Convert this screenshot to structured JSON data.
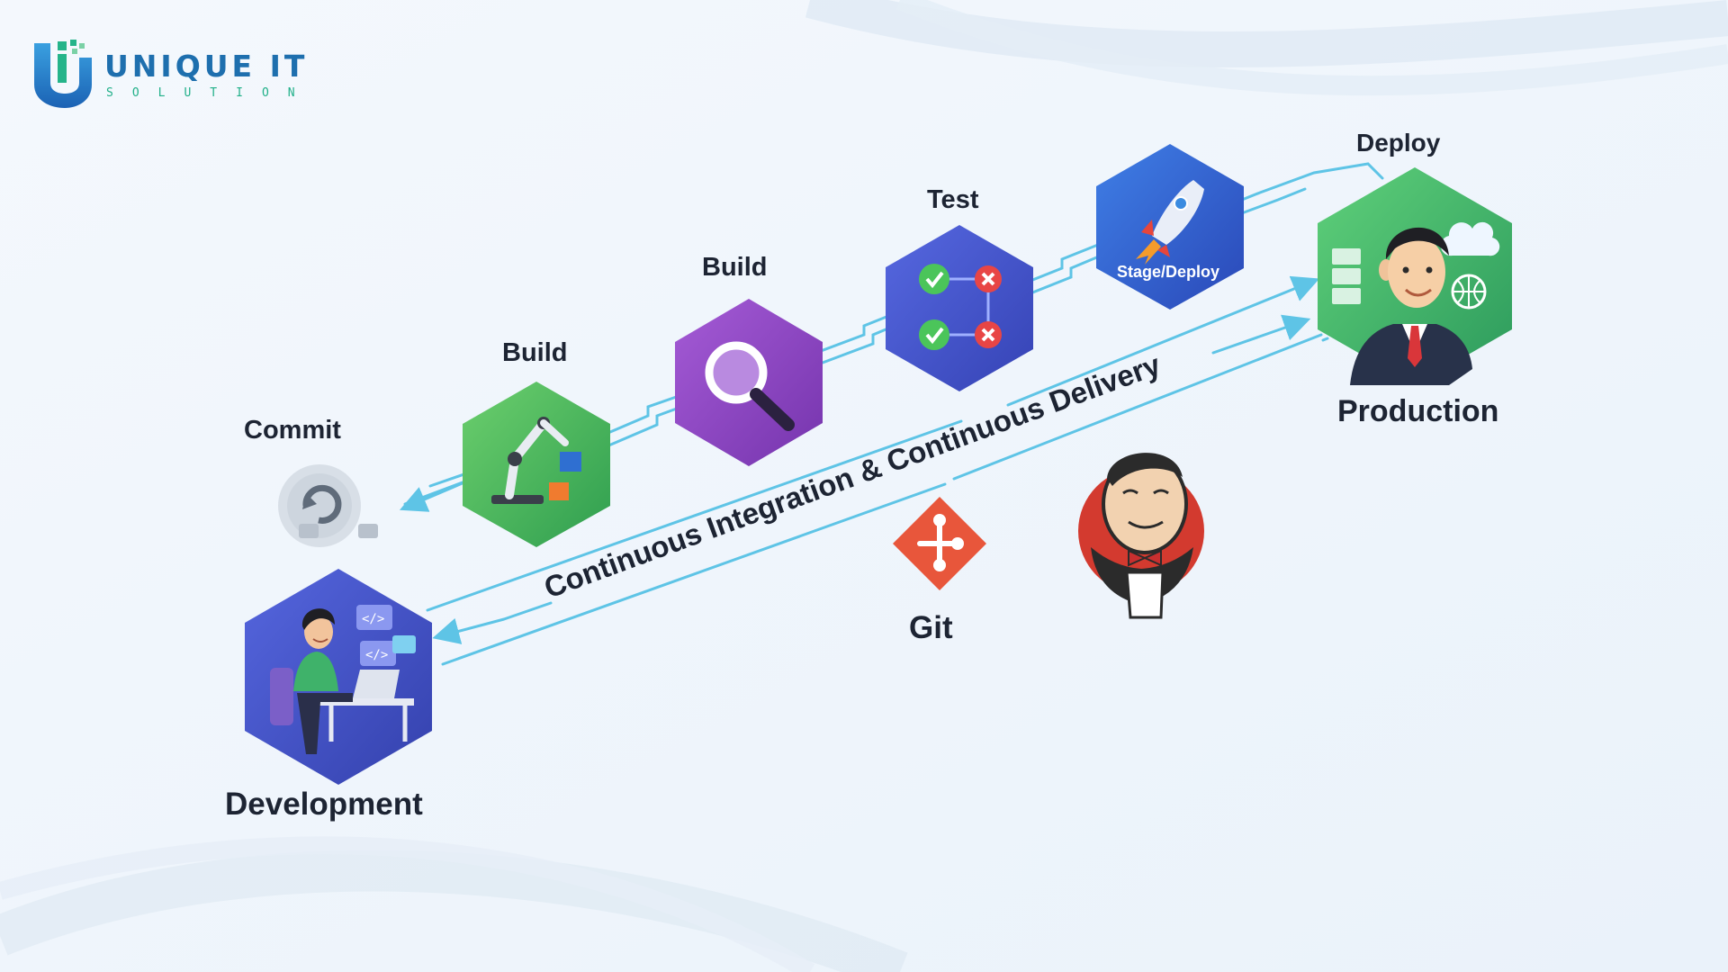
{
  "logo": {
    "name": "UNIQUE IT",
    "tagline": "SOLUTION"
  },
  "stages": {
    "commit": "Commit",
    "build_1": "Build",
    "build_2": "Build",
    "test": "Test",
    "stage_deploy": "Stage/Deploy",
    "deploy": "Deploy",
    "production": "Production",
    "development": "Development"
  },
  "banner": "Continuous Integration & Continuous Delivery",
  "tools": {
    "git": "Git"
  },
  "icons": {
    "commit": "commit-sync-icon",
    "build_1": "robot-arm-icon",
    "build_2": "magnifier-icon",
    "test": "checklist-icon",
    "stage_deploy": "rocket-icon",
    "production": "businessman-server-cloud-icon",
    "development": "developer-laptop-icon",
    "git": "git-logo-icon",
    "jenkins": "jenkins-butler-icon"
  },
  "colors": {
    "background": "#f1f6fc",
    "flow_line": "#5ec4e6",
    "green_hex": "#46b45a",
    "purple_hex": "#8b44c0",
    "blue_hex": "#3f55cc",
    "development_hex": "#4350c8",
    "git_red": "#e8563b",
    "jenkins_red": "#d33a2f"
  }
}
